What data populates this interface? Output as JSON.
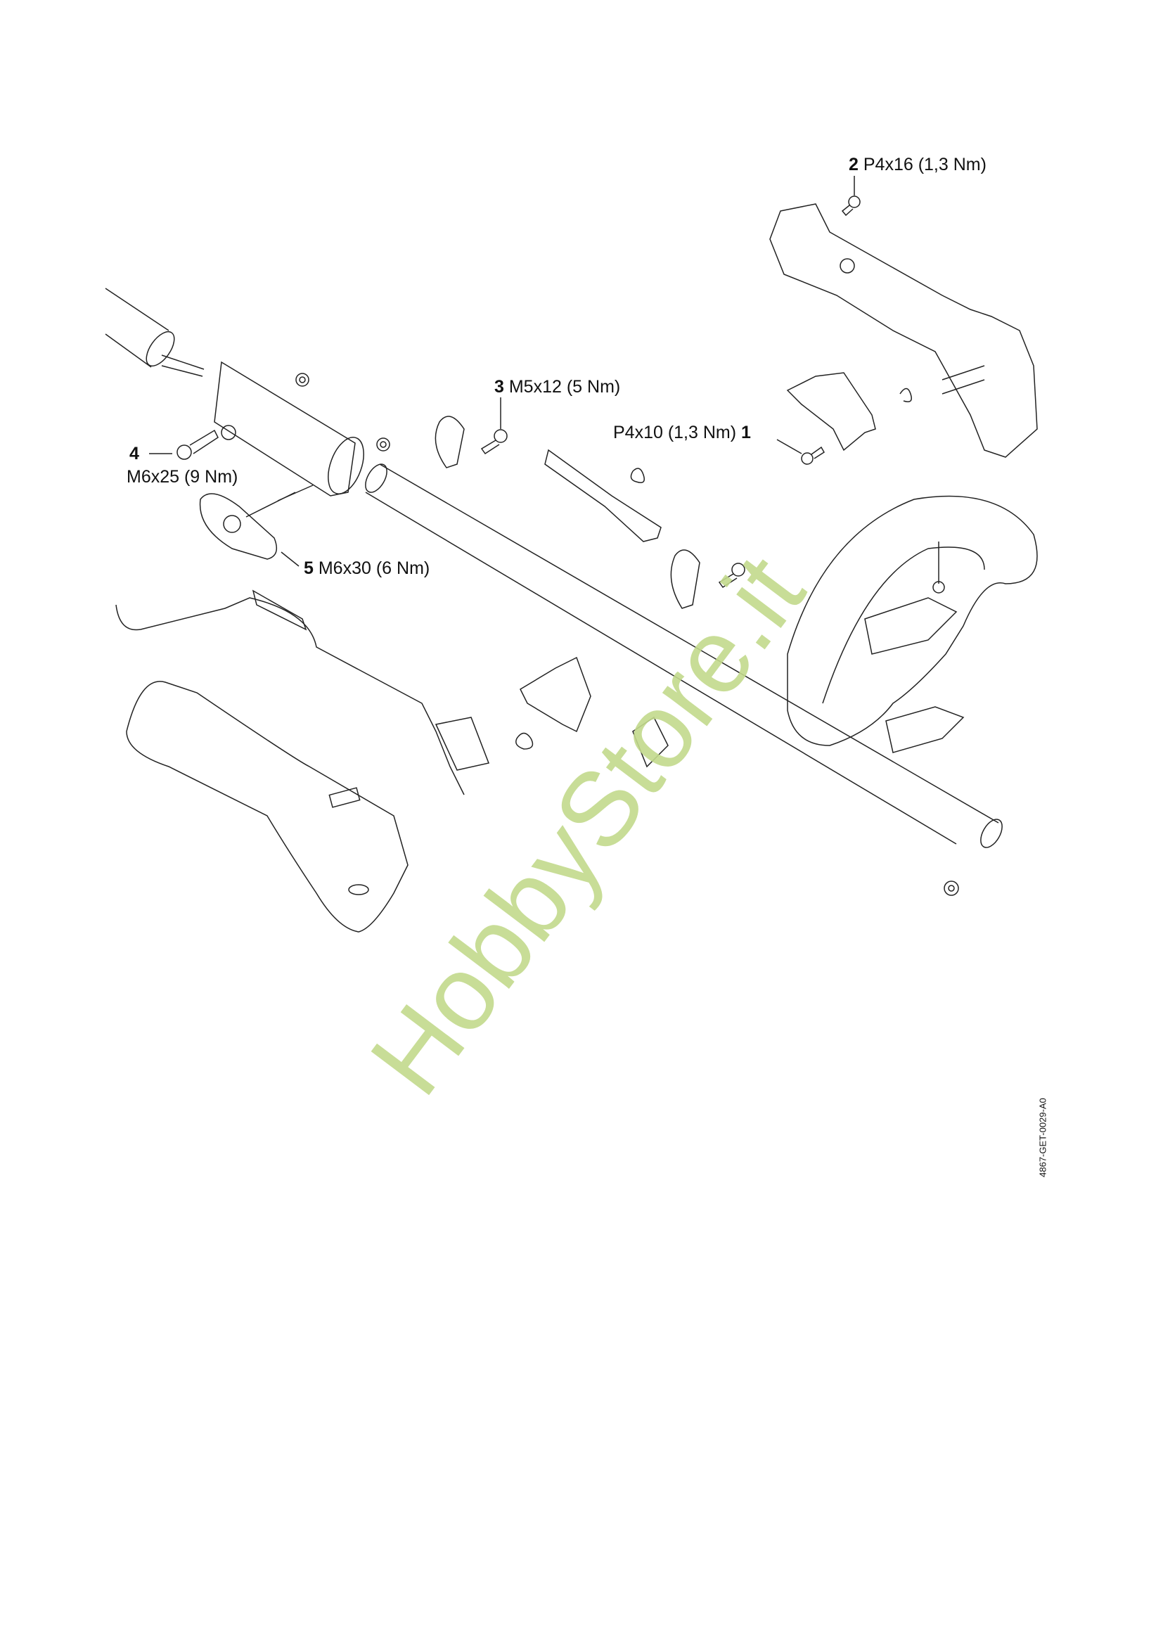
{
  "callouts": [
    {
      "number": "1",
      "spec": "P4x10 (1,3 Nm)"
    },
    {
      "number": "2",
      "spec": "P4x16 (1,3 Nm)"
    },
    {
      "number": "3",
      "spec": "M5x12 (5 Nm)"
    },
    {
      "number": "4",
      "spec": "M6x25 (9 Nm)"
    },
    {
      "number": "5",
      "spec": "M6x30 (6 Nm)"
    }
  ],
  "drawing_code": "4867-GET-0029-A0",
  "watermark": "HobbyStore.it",
  "colors": {
    "watermark": "#c3da8c",
    "line": "#222222"
  }
}
